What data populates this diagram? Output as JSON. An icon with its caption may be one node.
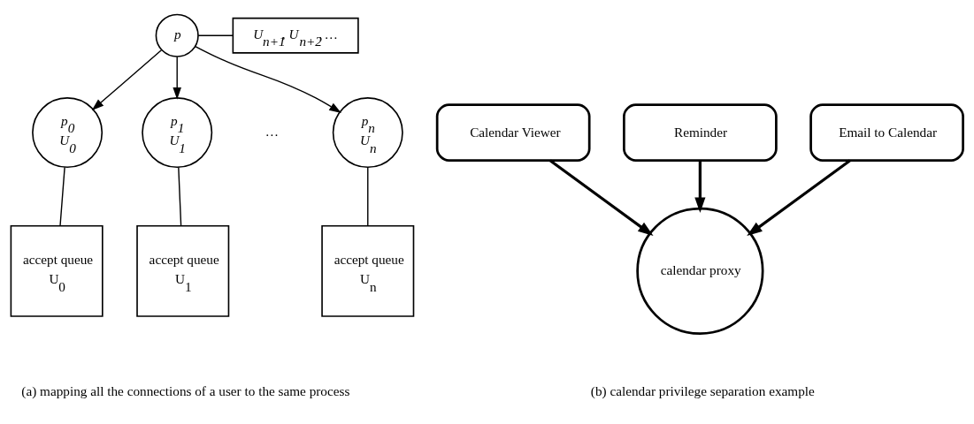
{
  "diagram": {
    "nodes": [
      {
        "text": [
          "p"
        ]
      },
      {
        "text": [
          "U$_{n+1}$, U$_{n+2}$, …"
        ]
      },
      {
        "text": [
          "p$_{0}$",
          "U$_{0}$"
        ]
      },
      {
        "text": [
          "p$_{1}$",
          "U$_{1}$"
        ]
      },
      {
        "text": [
          "p$_{n}$",
          "U$_{n}$"
        ]
      },
      {
        "text": [
          "accept queue",
          "U$_{0}$"
        ]
      },
      {
        "text": [
          "accept queue",
          "U$_{1}$"
        ]
      },
      {
        "text": [
          "accept queue",
          "U$_{n}$"
        ]
      },
      {
        "text": [
          "Calendar Viewer"
        ]
      },
      {
        "text": [
          "Reminder"
        ]
      },
      {
        "text": [
          "Email to Calendar"
        ]
      },
      {
        "text": [
          "calendar proxy"
        ]
      }
    ],
    "edges": [
      {
        "from": 0,
        "to": 1,
        "arrow": "none"
      },
      {
        "from": 0,
        "to": 2,
        "arrow": "to"
      },
      {
        "from": 0,
        "to": 3,
        "arrow": "to"
      },
      {
        "from": 0,
        "to": 4,
        "arrow": "to"
      },
      {
        "from": 2,
        "to": 5,
        "arrow": "none"
      },
      {
        "from": 3,
        "to": 6,
        "arrow": "none"
      },
      {
        "from": 4,
        "to": 7,
        "arrow": "none"
      },
      {
        "from": 8,
        "to": 11,
        "arrow": "to",
        "style": "thick"
      },
      {
        "from": 9,
        "to": 11,
        "arrow": "to",
        "style": "thick"
      },
      {
        "from": 10,
        "to": 11,
        "arrow": "to",
        "style": "thick"
      }
    ],
    "labels": [
      "…",
      "(a) mapping all the connections of a user to the same process",
      "(b) calendar privilege separation example"
    ]
  }
}
